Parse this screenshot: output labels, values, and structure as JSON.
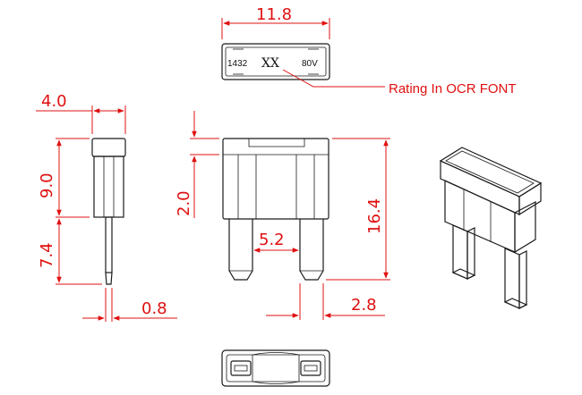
{
  "dimensions": {
    "width_top": "11.8",
    "side_width": "4.0",
    "side_body_height": "9.0",
    "side_blade_height": "7.4",
    "blade_thickness": "0.8",
    "shoulder_height": "2.0",
    "blade_gap": "5.2",
    "total_height": "16.4",
    "blade_width": "2.8"
  },
  "top_view": {
    "left_text": "1432",
    "center_text": "XX",
    "right_text": "80V"
  },
  "callout": {
    "label": "Rating In OCR FONT"
  },
  "colors": {
    "dimension": "#e01010",
    "outline": "#1a1a1a"
  }
}
